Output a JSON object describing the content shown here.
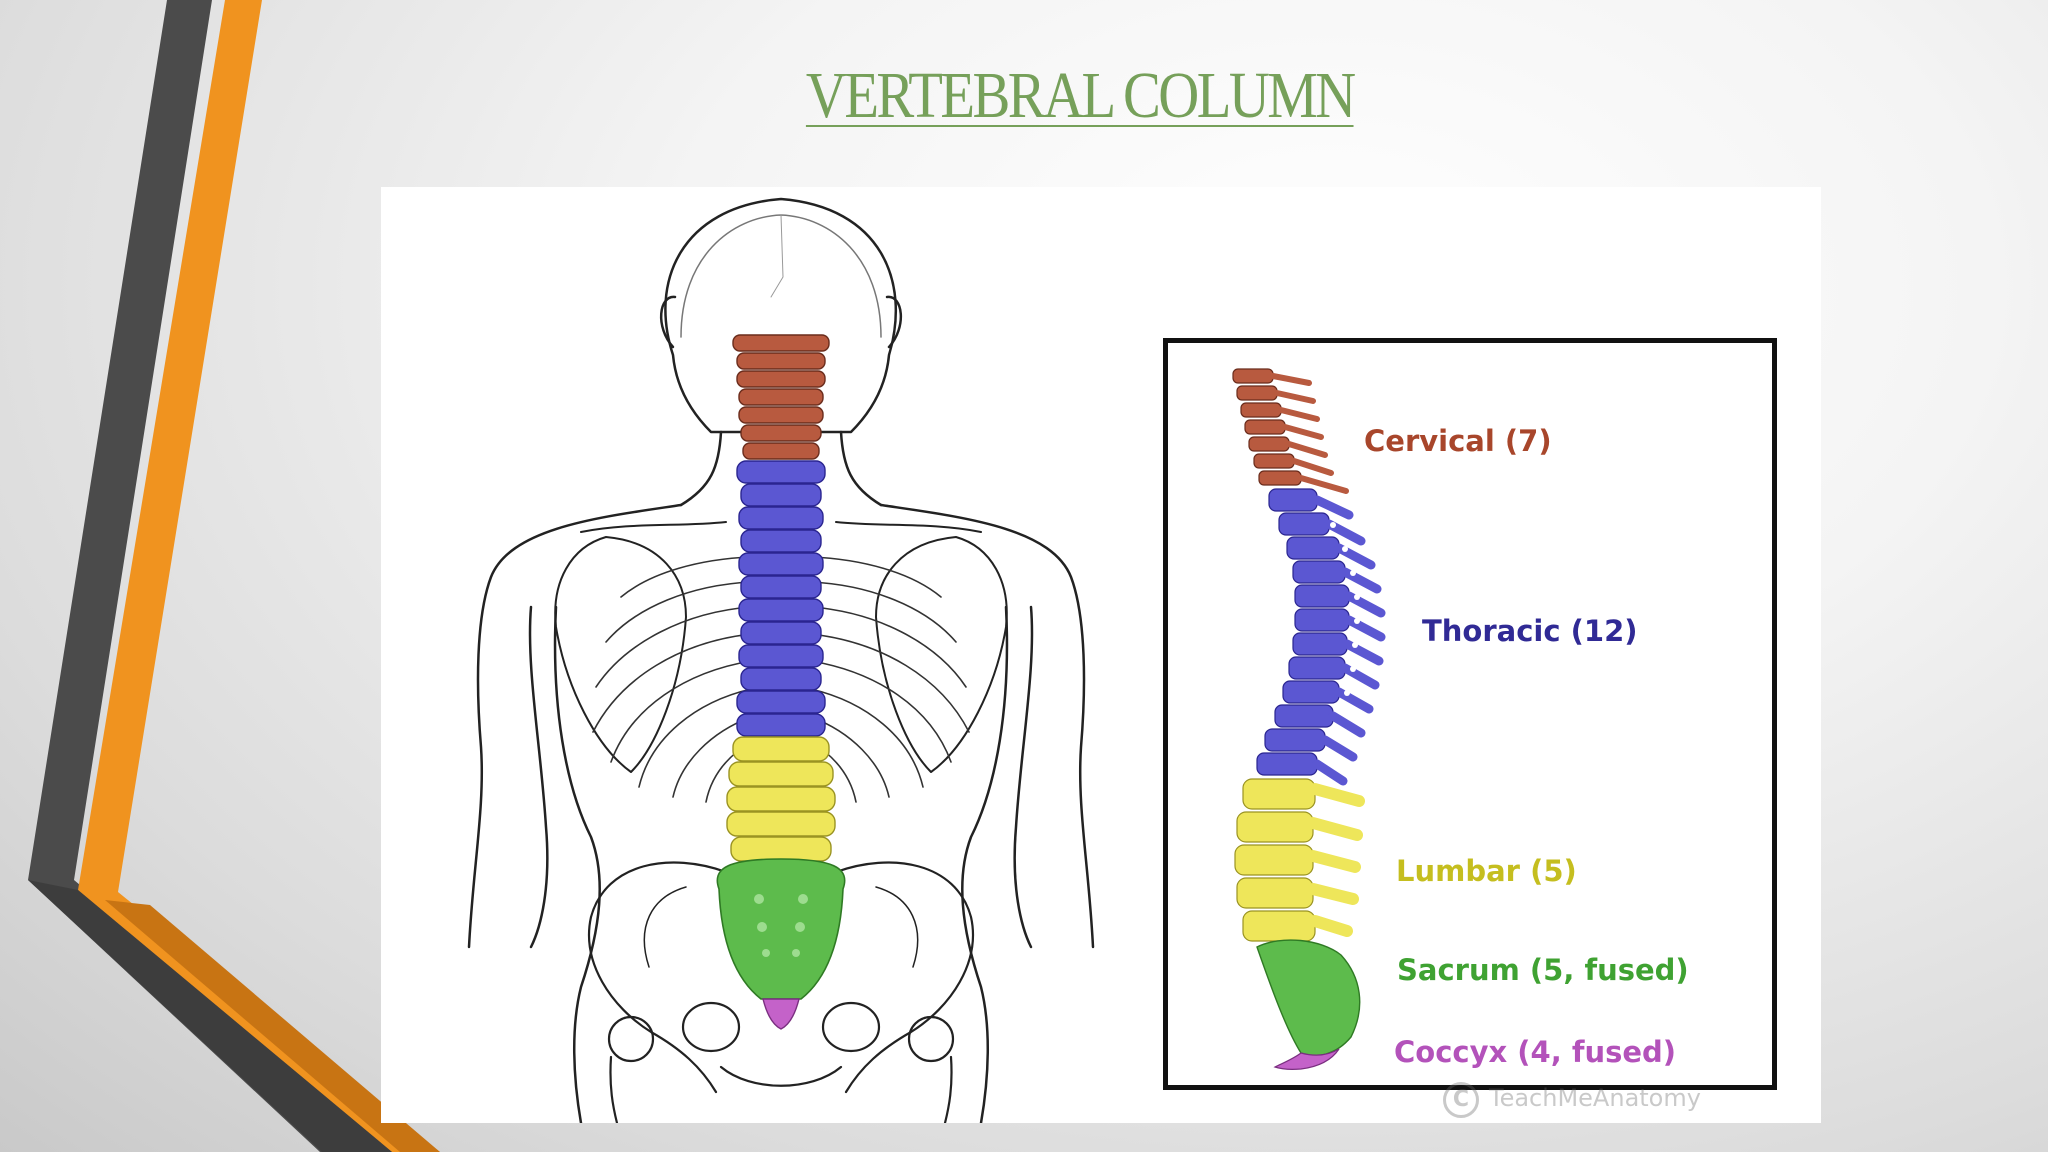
{
  "slide": {
    "title": "VERTEBRAL COLUMN"
  },
  "colors": {
    "title": "#76a05a",
    "accent_orange": "#f0931f",
    "accent_dark": "#4a4a4a",
    "cervical": "#b85a3f",
    "thoracic": "#5b57d2",
    "lumbar": "#eee65a",
    "sacrum": "#5dbb4c",
    "coccyx": "#c462c9"
  },
  "figure": {
    "labels": [
      {
        "text": "Cervical (7)",
        "color": "#a8462b"
      },
      {
        "text": "Thoracic (12)",
        "color": "#302a95"
      },
      {
        "text": "Lumbar (5)",
        "color": "#c5be1f"
      },
      {
        "text": "Sacrum (5, fused)",
        "color": "#3fa232"
      },
      {
        "text": "Coccyx (4, fused)",
        "color": "#b352ba"
      }
    ],
    "watermark": {
      "text": "TeachMeAnatomy"
    }
  }
}
